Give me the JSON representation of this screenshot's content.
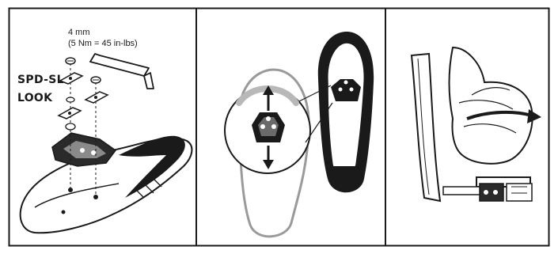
{
  "panel1": {
    "torque_line1": "4 mm",
    "torque_line2": "(5 Nm = 45 in-lbs)",
    "standard_1": "SPD-SL",
    "standard_2": "LOOK"
  },
  "panel2": {
    "arrow_up_icon": "arrow-up-icon",
    "arrow_down_icon": "arrow-down-icon"
  },
  "panel3": {
    "arrow_icon": "arrow-right-icon"
  },
  "colors": {
    "ink": "#1a1a1a",
    "sole_grey": "#9a9a9a",
    "light_grey": "#d8d8d8"
  }
}
